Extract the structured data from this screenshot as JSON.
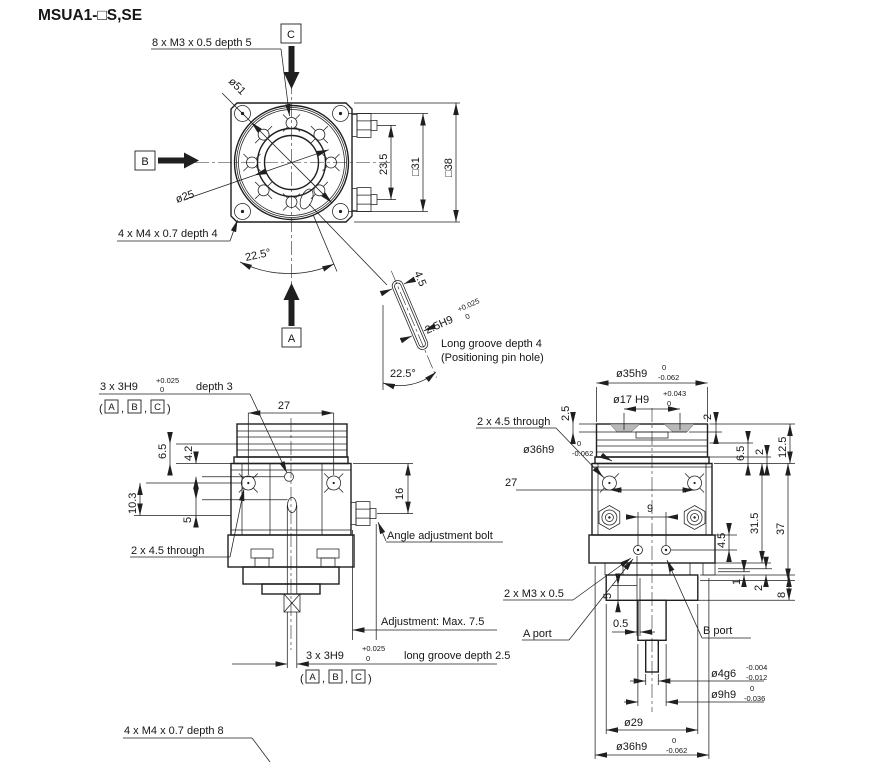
{
  "title": "MSUA1-□S,SE",
  "colors": {
    "line": "#1f1f1f",
    "hatch": "#b9b9b9"
  },
  "top_view": {
    "label_8xm3": "8 x M3 x 0.5 depth 5",
    "view_c": "C",
    "view_b": "B",
    "view_a": "A",
    "dia51": "ø51",
    "dia25": "ø25",
    "label_4xm4": "4 x M4 x 0.7 depth 4",
    "dim_23_5": "23.5",
    "dim_sq31": "□31",
    "dim_sq38": "□38",
    "angle": "22.5°"
  },
  "groove_detail": {
    "dim_width": "4.5",
    "fit": "2.5H9",
    "fit_tol_up": "+0.025",
    "fit_tol_dn": "0",
    "caption_line1": "Long groove depth 4",
    "caption_line2": "(Positioning pin hole)",
    "angle": "22.5°"
  },
  "front_view": {
    "hole_label_fit": "3 x 3H9",
    "hole_label_tol_up": "+0.025",
    "hole_label_tol_dn": "0",
    "hole_label_suffix": "depth 3",
    "paren_open": "(",
    "comma": ",",
    "paren_close": ")",
    "ref_a": "A",
    "ref_b": "B",
    "ref_c": "C",
    "dim_27": "27",
    "dim_6_5": "6.5",
    "dim_4_2": "4.2",
    "dim_10_3": "10.3",
    "dim_5": "5",
    "dim_16": "16",
    "label_2x45": "2 x 4.5 through",
    "label_angle_bolt": "Angle adjustment bolt",
    "label_adjustment": "Adjustment: Max. 7.5",
    "groove_label_fit": "3 x 3H9",
    "groove_label_tol_up": "+0.025",
    "groove_label_tol_dn": "0",
    "groove_label_suffix": "long groove depth 2.5",
    "label_4xm4_depth8": "4 x M4 x 0.7 depth 8"
  },
  "side_view": {
    "dia35": "ø35h9",
    "dia35_tol_up": "0",
    "dia35_tol_dn": "-0.062",
    "dia17": "ø17 H9",
    "dia17_tol_up": "+0.043",
    "dia17_tol_dn": "0",
    "dim_2_5": "2.5",
    "dim_2_top": "2",
    "dim_6_5": "6.5",
    "dim_2_band": "2",
    "dim_12_5": "12.5",
    "label_2x45": "2 x 4.5 through",
    "dia36_side": "ø36h9",
    "dia36_side_tol_up": "0",
    "dia36_side_tol_dn": "-0.062",
    "dim_27": "27",
    "dim_9": "9",
    "dim_4_5": "4.5",
    "dim_31_5": "31.5",
    "dim_37": "37",
    "label_2xm3": "2 x M3 x 0.5",
    "label_a_port": "A port",
    "label_b_port": "B port",
    "dim_5": "5",
    "dim_0_5": "0.5",
    "dim_1": "1",
    "dim_2_bottom": "2",
    "dim_8": "8",
    "dia4": "ø4g6",
    "dia4_tol_up": "-0.004",
    "dia4_tol_dn": "-0.012",
    "dia9": "ø9h9",
    "dia9_tol_up": "0",
    "dia9_tol_dn": "-0.036",
    "dia29": "ø29",
    "dia36_bottom": "ø36h9",
    "dia36_bottom_tol_up": "0",
    "dia36_bottom_tol_dn": "-0.062"
  }
}
